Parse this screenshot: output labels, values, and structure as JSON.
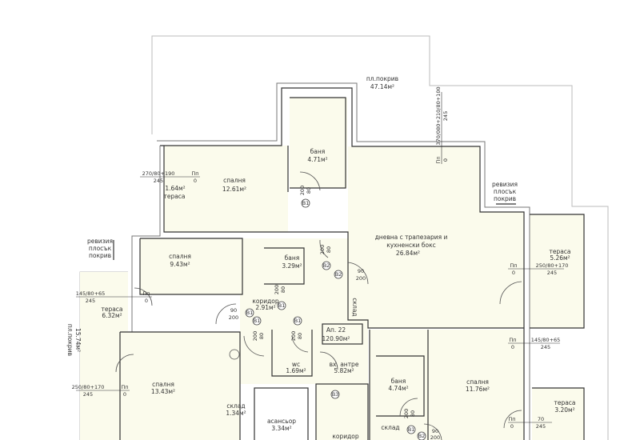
{
  "roof_top": {
    "name": "пл.покрив",
    "area": "47.14м²"
  },
  "roof_left": {
    "name": "пл.покрив",
    "area": "15.74м²"
  },
  "apartment": {
    "name": "Ап. 22",
    "area": "120.90м²"
  },
  "rooms": [
    {
      "name": "баня",
      "area": "4.71м²"
    },
    {
      "name": "спалня",
      "area": "12.61м²"
    },
    {
      "name": "тераса",
      "area": "1.64м²"
    },
    {
      "name": "дневна с трапезария и",
      "name2": "кухненски бокс",
      "area": "26.84м²"
    },
    {
      "name": "спалня",
      "area": "9.43м²"
    },
    {
      "name": "баня",
      "area": "3.29м²"
    },
    {
      "name": "тераса",
      "area": "5.26м²"
    },
    {
      "name": "тераса",
      "area": "6.32м²"
    },
    {
      "name": "коридор",
      "area": "2.91м²"
    },
    {
      "name": "wc",
      "area": "1.69м²"
    },
    {
      "name": "вх. антре",
      "area": "5.82м²"
    },
    {
      "name": "баня",
      "area": "4.74м²"
    },
    {
      "name": "спалня",
      "area": "11.76м²"
    },
    {
      "name": "спалня",
      "area": "13.43м²"
    },
    {
      "name": "склад",
      "area": "1.34м²"
    },
    {
      "name": "асансьор",
      "area": "3.34м²"
    },
    {
      "name": "тераса",
      "area": "3.20м²"
    },
    {
      "name": "коридор"
    },
    {
      "name": "склад"
    },
    {
      "name": "склад"
    }
  ],
  "revision_notes": [
    {
      "l1": "ревизия",
      "l2": "плосък",
      "l3": "покрив"
    },
    {
      "l1": "ревизия",
      "l2": "плосък",
      "l3": "покрив"
    }
  ],
  "windows": [
    {
      "size": "370/080+210/80+100",
      "height": "245",
      "sill_label": "Пп",
      "sill": "0"
    },
    {
      "size": "270/80+190",
      "height": "245",
      "sill_label": "Пп",
      "sill": "0"
    },
    {
      "size": "250/80+170",
      "height": "245",
      "sill_label": "Пп",
      "sill": "0"
    },
    {
      "size": "145/80+65",
      "height": "245",
      "sill_label": "Пп",
      "sill": "0"
    },
    {
      "size": "145/80+65",
      "height": "245",
      "sill_label": "Пп",
      "sill": "0"
    },
    {
      "size": "250/80+170",
      "height": "245",
      "sill_label": "Пп",
      "sill": "0"
    },
    {
      "size": "70",
      "height": "245",
      "sill_label": "Пп",
      "sill": "0"
    }
  ],
  "doors": [
    {
      "tag": "B1",
      "w": "80",
      "h": "200"
    },
    {
      "tag": "B2",
      "w": "80",
      "h": "200"
    },
    {
      "tag": "B2",
      "w": "90",
      "h": "200"
    },
    {
      "tag": "B1",
      "w": "80",
      "h": "200"
    },
    {
      "tag": "B1",
      "w": "90",
      "h": "200"
    },
    {
      "tag": "B1"
    },
    {
      "tag": "B1",
      "w": "80",
      "h": "200"
    },
    {
      "tag": "B1",
      "w": "80",
      "h": "200"
    },
    {
      "tag": "B3"
    },
    {
      "tag": "B1",
      "w": "80",
      "h": "200"
    },
    {
      "tag": "B2",
      "w": "90",
      "h": "200"
    }
  ]
}
